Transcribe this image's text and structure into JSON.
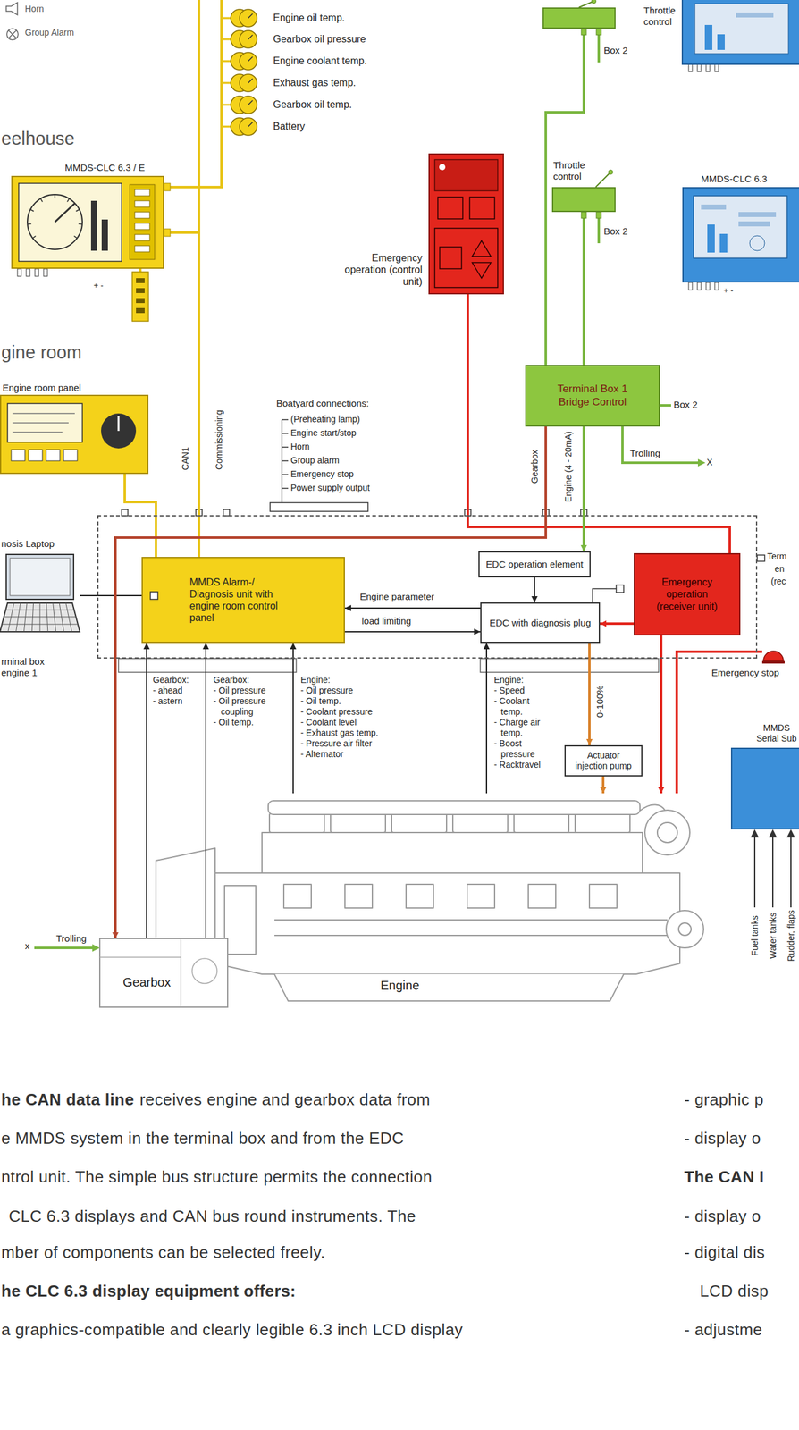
{
  "diagram": {
    "nodes": [
      {
        "text": [
          "Throttle control"
        ]
      },
      {
        "text": [
          "MMDS-CLC 6.3 / E"
        ]
      },
      {
        "text": [
          "Emergency operation (control unit)"
        ]
      },
      {
        "text": [
          "Throttle control"
        ]
      },
      {
        "text": [
          "MMDS-CLC 6.3"
        ]
      },
      {
        "text": [
          "Engine room panel"
        ]
      },
      {
        "text": [
          "Terminal Box 1 Bridge Control"
        ]
      },
      {
        "text": [
          "rminal box engine 1"
        ]
      },
      {
        "text": [
          "nosis Laptop"
        ]
      },
      {
        "text": [
          "MMDS Alarm-/ Diagnosis unit with engine room control panel"
        ],
        "in": 7
      },
      {
        "text": [
          "EDC operation element"
        ],
        "in": 7
      },
      {
        "text": [
          "EDC with diagnosis plug"
        ],
        "in": 7
      },
      {
        "text": [
          "Emergency operation (receiver unit)"
        ],
        "in": 7
      },
      {
        "text": [
          "Emergency stop"
        ]
      },
      {
        "text": [
          "Actuator injection pump"
        ]
      },
      {
        "text": [
          "MMDS Serial Sub"
        ]
      },
      {
        "text": [
          "Engine"
        ]
      },
      {
        "text": [
          "Gearbox"
        ]
      }
    ],
    "edges": [
      {
        "from": 1,
        "to": 9,
        "arrow": "none"
      },
      {
        "from": 5,
        "to": 9,
        "arrow": "none"
      },
      {
        "from": 8,
        "to": 9,
        "arrow": "none"
      },
      {
        "from": 0,
        "to": 6,
        "arrow": "none"
      },
      {
        "from": 3,
        "to": 6,
        "arrow": "none"
      },
      {
        "from": 2,
        "to": 12,
        "arrow": "none"
      },
      {
        "from": 6,
        "to": 10,
        "arrow": "to"
      },
      {
        "from": 6,
        "to": 17,
        "arrow": "to"
      },
      {
        "from": 10,
        "to": 11,
        "arrow": "to"
      },
      {
        "from": 11,
        "to": 9,
        "label": "Engine parameter",
        "arrow": "to"
      },
      {
        "from": 9,
        "to": 11,
        "label": "load limiting",
        "arrow": "to"
      },
      {
        "from": 12,
        "to": 11,
        "arrow": "to"
      },
      {
        "from": 11,
        "to": 14,
        "label": "0-100%",
        "arrow": "to"
      },
      {
        "from": 14,
        "to": 16,
        "arrow": "to"
      },
      {
        "from": 12,
        "to": 16,
        "arrow": "to"
      },
      {
        "from": 13,
        "to": 16,
        "arrow": "none"
      },
      {
        "from": 17,
        "to": 9,
        "arrow": "to"
      },
      {
        "from": 17,
        "to": 9,
        "arrow": "to"
      },
      {
        "from": 16,
        "to": 9,
        "arrow": "to"
      },
      {
        "from": 16,
        "to": 11,
        "arrow": "to"
      }
    ],
    "labels": [
      "Horn",
      "Group Alarm",
      "Engine oil temp.",
      "Gearbox oil pressure",
      "Engine coolant temp.",
      "Exhaust gas temp.",
      "Gearbox oil temp.",
      "Battery",
      "eelhouse",
      "Box 2",
      "Box 2",
      "gine room",
      "CAN1",
      "Commissioning",
      "Boatyard connections:",
      "(Preheating lamp)",
      "Engine start/stop",
      "Horn",
      "Group alarm",
      "Emergency stop",
      "Power supply output",
      "Box 2",
      "Gearbox",
      "Engine (4 - 20mA)",
      "Trolling",
      "X",
      "Term",
      "en",
      "(rec",
      "+ -",
      "+ -",
      "Gearbox:",
      "- ahead",
      "- astern",
      "Gearbox:",
      "- Oil pressure",
      "- Oil pressure",
      "coupling",
      "- Oil temp.",
      "Engine:",
      "- Oil pressure",
      "- Oil temp.",
      "- Coolant pressure",
      "- Coolant level",
      "- Exhaust gas temp.",
      "- Pressure air filter",
      "- Alternator",
      "Engine:",
      "- Speed",
      "- Coolant",
      "temp.",
      "- Charge air",
      "temp.",
      "- Boost",
      "pressure",
      "- Racktravel",
      "Trolling",
      "x",
      "Fuel tanks",
      "Water tanks",
      "Rudder, flaps",
      "he CAN data line",
      "receives engine and gearbox data from",
      "e MMDS system in the terminal box and from the EDC",
      "ntrol unit. The simple bus structure permits the connection",
      "CLC 6.3 displays and CAN bus round instruments. The",
      "mber of components can be selected freely.",
      "he CLC 6.3 display equipment offers:",
      "a graphics-compatible and clearly legible 6.3 inch LCD display",
      "- graphic p",
      "- display o",
      "The CAN I",
      "- display o",
      "- digital dis",
      "LCD disp",
      "- adjustme"
    ]
  }
}
